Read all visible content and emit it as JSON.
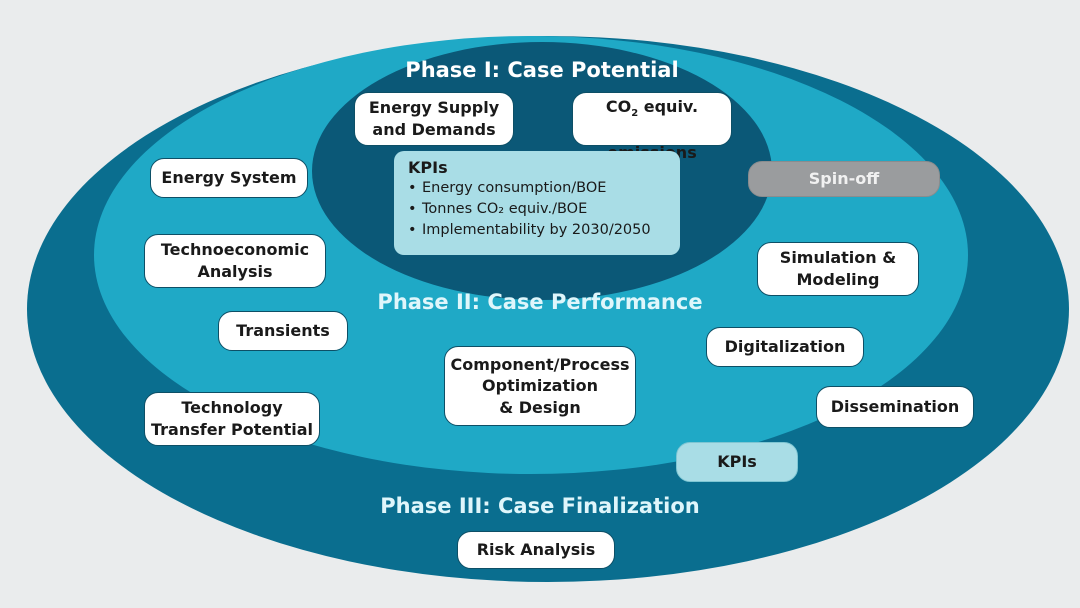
{
  "phases": {
    "phase1": "Phase I: Case Potential",
    "phase2": "Phase II: Case Performance",
    "phase3": "Phase III: Case Finalization"
  },
  "inner": {
    "energy_supply": "Energy Supply\nand Demands",
    "co2_prefix": "CO",
    "co2_sub": "2",
    "co2_suffix": " equiv.",
    "co2_line2": "emissions",
    "kpis": {
      "title": "KPIs",
      "bullet": "•",
      "items": [
        "Energy consumption/BOE",
        "Tonnes CO₂ equiv./BOE",
        "Implementability by 2030/2050"
      ]
    }
  },
  "middle": {
    "energy_system": "Energy System",
    "technoeconomic": "Technoeconomic\nAnalysis",
    "transients": "Transients",
    "component": "Component/Process\nOptimization\n& Design",
    "spinoff": "Spin-off",
    "simulation": "Simulation &\nModeling",
    "digitalization": "Digitalization"
  },
  "outer": {
    "technology_transfer": "Technology\nTransfer Potential",
    "dissemination": "Dissemination",
    "kpis": "KPIs",
    "risk_analysis": "Risk Analysis"
  },
  "colors": {
    "outer_ring": "#0a6e8f",
    "middle_ring": "#1fa9c6",
    "inner_core": "#0b5877",
    "light_box": "#a9dde6",
    "grey_box": "#9a9c9e",
    "background": "#eaeced"
  }
}
